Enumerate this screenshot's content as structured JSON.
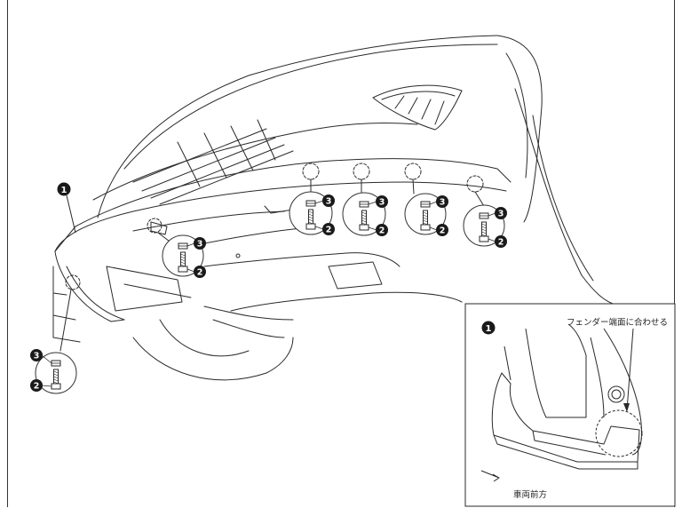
{
  "callouts": {
    "part1": "1",
    "part2": "2",
    "part3": "3"
  },
  "inset": {
    "fender_note": "フェンダー端面に合わせる",
    "front_label": "車両前方",
    "callout": "1"
  },
  "colors": {
    "line": "#2a2a2a",
    "callout_fill": "#1a1a1a",
    "callout_text": "#ffffff",
    "circle_line": "#333333"
  }
}
